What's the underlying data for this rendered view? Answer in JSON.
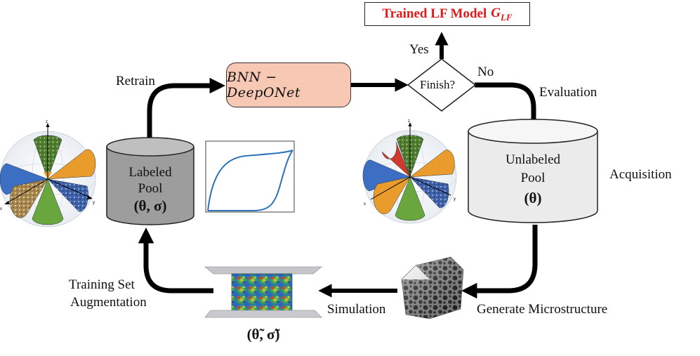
{
  "result": {
    "label": "Trained LF Model",
    "symbol": "G",
    "subscript": "LF"
  },
  "model_box": {
    "label": "BNN − DeepONet"
  },
  "decision": {
    "label": "Finish?",
    "yes": "Yes",
    "no": "No"
  },
  "edges": {
    "retrain": "Retrain",
    "evaluation": "Evaluation",
    "acquisition": "Acquisition",
    "generate": "Generate Microstructure",
    "simulation": "Simulation",
    "augment_line1": "Training Set",
    "augment_line2": "Augmentation"
  },
  "labeled_pool": {
    "line1": "Labeled",
    "line2": "Pool",
    "params": "(θ, σ)"
  },
  "unlabeled_pool": {
    "line1": "Unlabeled",
    "line2": "Pool",
    "params": "(θ)"
  },
  "simulated_params": "(θ̃, σ̃)",
  "colors": {
    "arrow": "#000000",
    "result_text": "#e0191a",
    "bnn_fill": "#f7c8b3",
    "labeled_pool_fill": "#9d9d9d",
    "unlabeled_pool_fill": "#ebebeb",
    "curve": "#2d72b8"
  },
  "icons": [
    "cone-sphere-icon",
    "stress-strain-curve-icon",
    "compression-sample-icon",
    "microstructure-cube-icon"
  ]
}
